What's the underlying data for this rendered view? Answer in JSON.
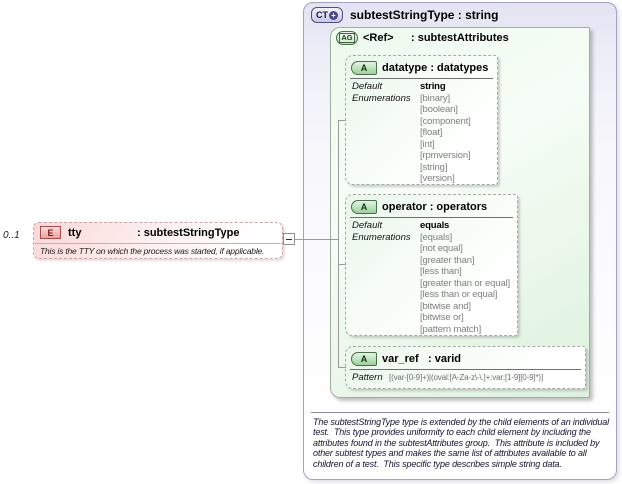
{
  "colors": {
    "type_lavender": "#e2e2f2",
    "attribute_green": "#ddf1dd",
    "element_pink": "#fad7d7",
    "connector_gray": "#9a9a9a"
  },
  "icons": {
    "complex_type": "CT",
    "plus": "+",
    "attribute_group": "AG",
    "attribute": "A",
    "element": "E"
  },
  "element": {
    "cardinality": "0..1",
    "name": "tty",
    "type": ": subtestStringType",
    "annotation": "This is the TTY on which the process was started, if applicable."
  },
  "complex_type": {
    "title": "subtestStringType : string",
    "annotation": "The subtestStringType type is extended by the child elements of an individual test.  This type provides uniformity to each child element by including the attributes found in the subtestAttributes group.  This attribute is included by other subtest types and makes the same list of attributes available to all children of a test.  This specific type describes simple string data."
  },
  "attribute_group": {
    "name": "<Ref>",
    "type": ": subtestAttributes"
  },
  "labels": {
    "default": "Default",
    "enumerations": "Enumerations",
    "pattern": "Pattern"
  },
  "attributes": [
    {
      "name": "datatype",
      "type": ": datatypes",
      "default": "string",
      "enumerations": [
        "[binary]",
        "[boolean]",
        "[component]",
        "[float]",
        "[int]",
        "[rpmversion]",
        "[string]",
        "[version]"
      ]
    },
    {
      "name": "operator",
      "type": ": operators",
      "default": "equals",
      "enumerations": [
        "[equals]",
        "[not equal]",
        "[greater than]",
        "[less than]",
        "[greater than or equal]",
        "[less than or equal]",
        "[bitwise and]",
        "[bitwise or]",
        "[pattern match]"
      ]
    },
    {
      "name": "var_ref",
      "type": ": varid",
      "pattern": "[(var-[0-9]+)|(oval:[A-Za-z\\-\\.]+:var:[1-9][0-9]*)]"
    }
  ]
}
